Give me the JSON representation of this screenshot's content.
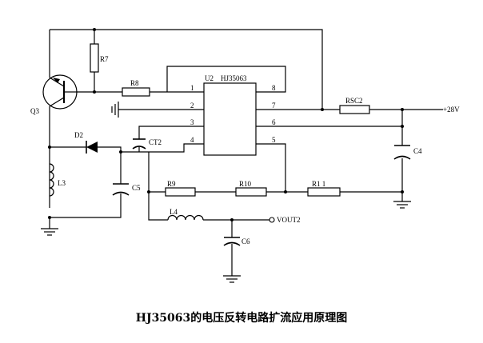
{
  "caption": "HJ35063的电压反转电路扩流应用原理图",
  "ic": {
    "designator": "U2",
    "part": "HJ35063",
    "pins": [
      "1",
      "2",
      "3",
      "4",
      "5",
      "6",
      "7",
      "8"
    ]
  },
  "components": {
    "q3": "Q3",
    "r7": "R7",
    "r8": "R8",
    "rsc2": "RSC2",
    "supply": "+28V",
    "d2": "D2",
    "ct2": "CT2",
    "c4": "C4",
    "l3": "L3",
    "c5": "C5",
    "r9": "R9",
    "r10": "R10",
    "r11": "R1 1",
    "l4": "L4",
    "vout": "VOUT2",
    "c6": "C6"
  }
}
